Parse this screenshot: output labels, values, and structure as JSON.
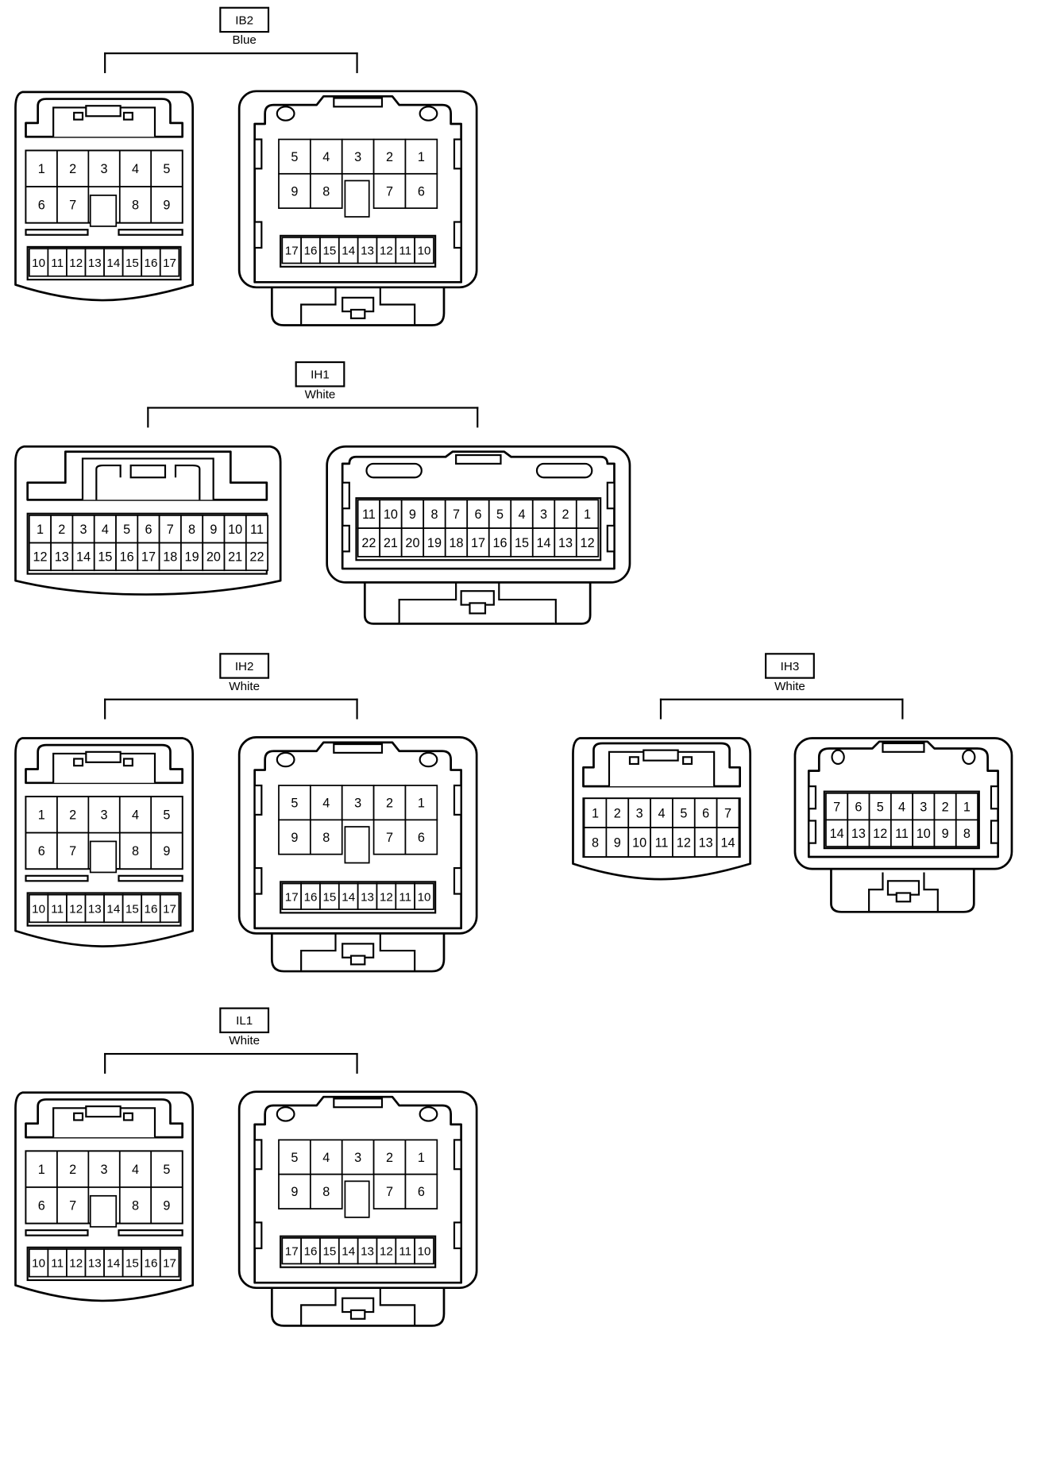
{
  "connectors": [
    {
      "id": "ib2",
      "code": "IB2",
      "color": "Blue",
      "type": "17"
    },
    {
      "id": "ih1",
      "code": "IH1",
      "color": "White",
      "type": "22"
    },
    {
      "id": "ih2",
      "code": "IH2",
      "color": "White",
      "type": "17"
    },
    {
      "id": "ih3",
      "code": "IH3",
      "color": "White",
      "type": "14"
    },
    {
      "id": "il1",
      "code": "IL1",
      "color": "White",
      "type": "17"
    }
  ],
  "pin_rows": {
    "17": {
      "male_top": [
        "1",
        "2",
        "3",
        "4",
        "5"
      ],
      "male_mid": [
        "6",
        "7",
        "",
        "8",
        "9"
      ],
      "male_bottom": [
        "10",
        "11",
        "12",
        "13",
        "14",
        "15",
        "16",
        "17"
      ],
      "female_top": [
        "5",
        "4",
        "3",
        "2",
        "1"
      ],
      "female_mid": [
        "9",
        "8",
        "",
        "7",
        "6"
      ],
      "female_bottom": [
        "17",
        "16",
        "15",
        "14",
        "13",
        "12",
        "11",
        "10"
      ]
    },
    "22": {
      "male_top": [
        "1",
        "2",
        "3",
        "4",
        "5",
        "6",
        "7",
        "8",
        "9",
        "10",
        "11"
      ],
      "male_bottom": [
        "12",
        "13",
        "14",
        "15",
        "16",
        "17",
        "18",
        "19",
        "20",
        "21",
        "22"
      ],
      "female_top": [
        "11",
        "10",
        "9",
        "8",
        "7",
        "6",
        "5",
        "4",
        "3",
        "2",
        "1"
      ],
      "female_bottom": [
        "22",
        "21",
        "20",
        "19",
        "18",
        "17",
        "16",
        "15",
        "14",
        "13",
        "12"
      ]
    },
    "14": {
      "male_top": [
        "1",
        "2",
        "3",
        "4",
        "5",
        "6",
        "7"
      ],
      "male_bottom": [
        "8",
        "9",
        "10",
        "11",
        "12",
        "13",
        "14"
      ],
      "female_top": [
        "7",
        "6",
        "5",
        "4",
        "3",
        "2",
        "1"
      ],
      "female_bottom": [
        "14",
        "13",
        "12",
        "11",
        "10",
        "9",
        "8"
      ]
    }
  }
}
